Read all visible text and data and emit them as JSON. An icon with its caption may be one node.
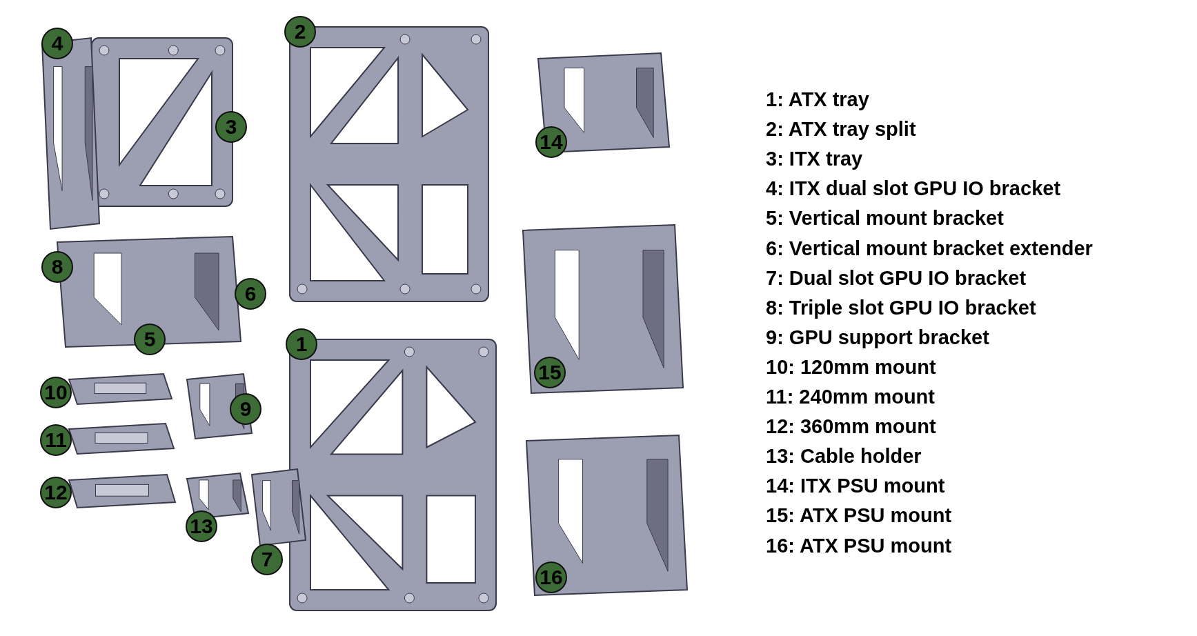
{
  "diagram": {
    "nodes": [
      {
        "text": [
          "1"
        ]
      },
      {
        "text": [
          "2"
        ]
      },
      {
        "text": [
          "3"
        ]
      },
      {
        "text": [
          "4"
        ]
      },
      {
        "text": [
          "5"
        ]
      },
      {
        "text": [
          "6"
        ]
      },
      {
        "text": [
          "7"
        ]
      },
      {
        "text": [
          "8"
        ]
      },
      {
        "text": [
          "9"
        ]
      },
      {
        "text": [
          "10"
        ]
      },
      {
        "text": [
          "11"
        ]
      },
      {
        "text": [
          "12"
        ]
      },
      {
        "text": [
          "13"
        ]
      },
      {
        "text": [
          "14"
        ]
      },
      {
        "text": [
          "15"
        ]
      },
      {
        "text": [
          "16"
        ]
      }
    ],
    "labels": [
      "1: ATX tray",
      "2: ATX tray split",
      "3: ITX tray",
      "4: ITX dual slot GPU IO bracket",
      "5: Vertical mount bracket",
      "6: Vertical mount bracket extender",
      "7: Dual slot GPU IO bracket",
      "8: Triple slot GPU IO bracket",
      "9: GPU support bracket",
      "10: 120mm mount",
      "11: 240mm mount",
      "12: 360mm mount",
      "13: Cable holder",
      "14: ITX PSU mount",
      "15: ATX PSU mount",
      "16: ATX PSU mount"
    ]
  }
}
